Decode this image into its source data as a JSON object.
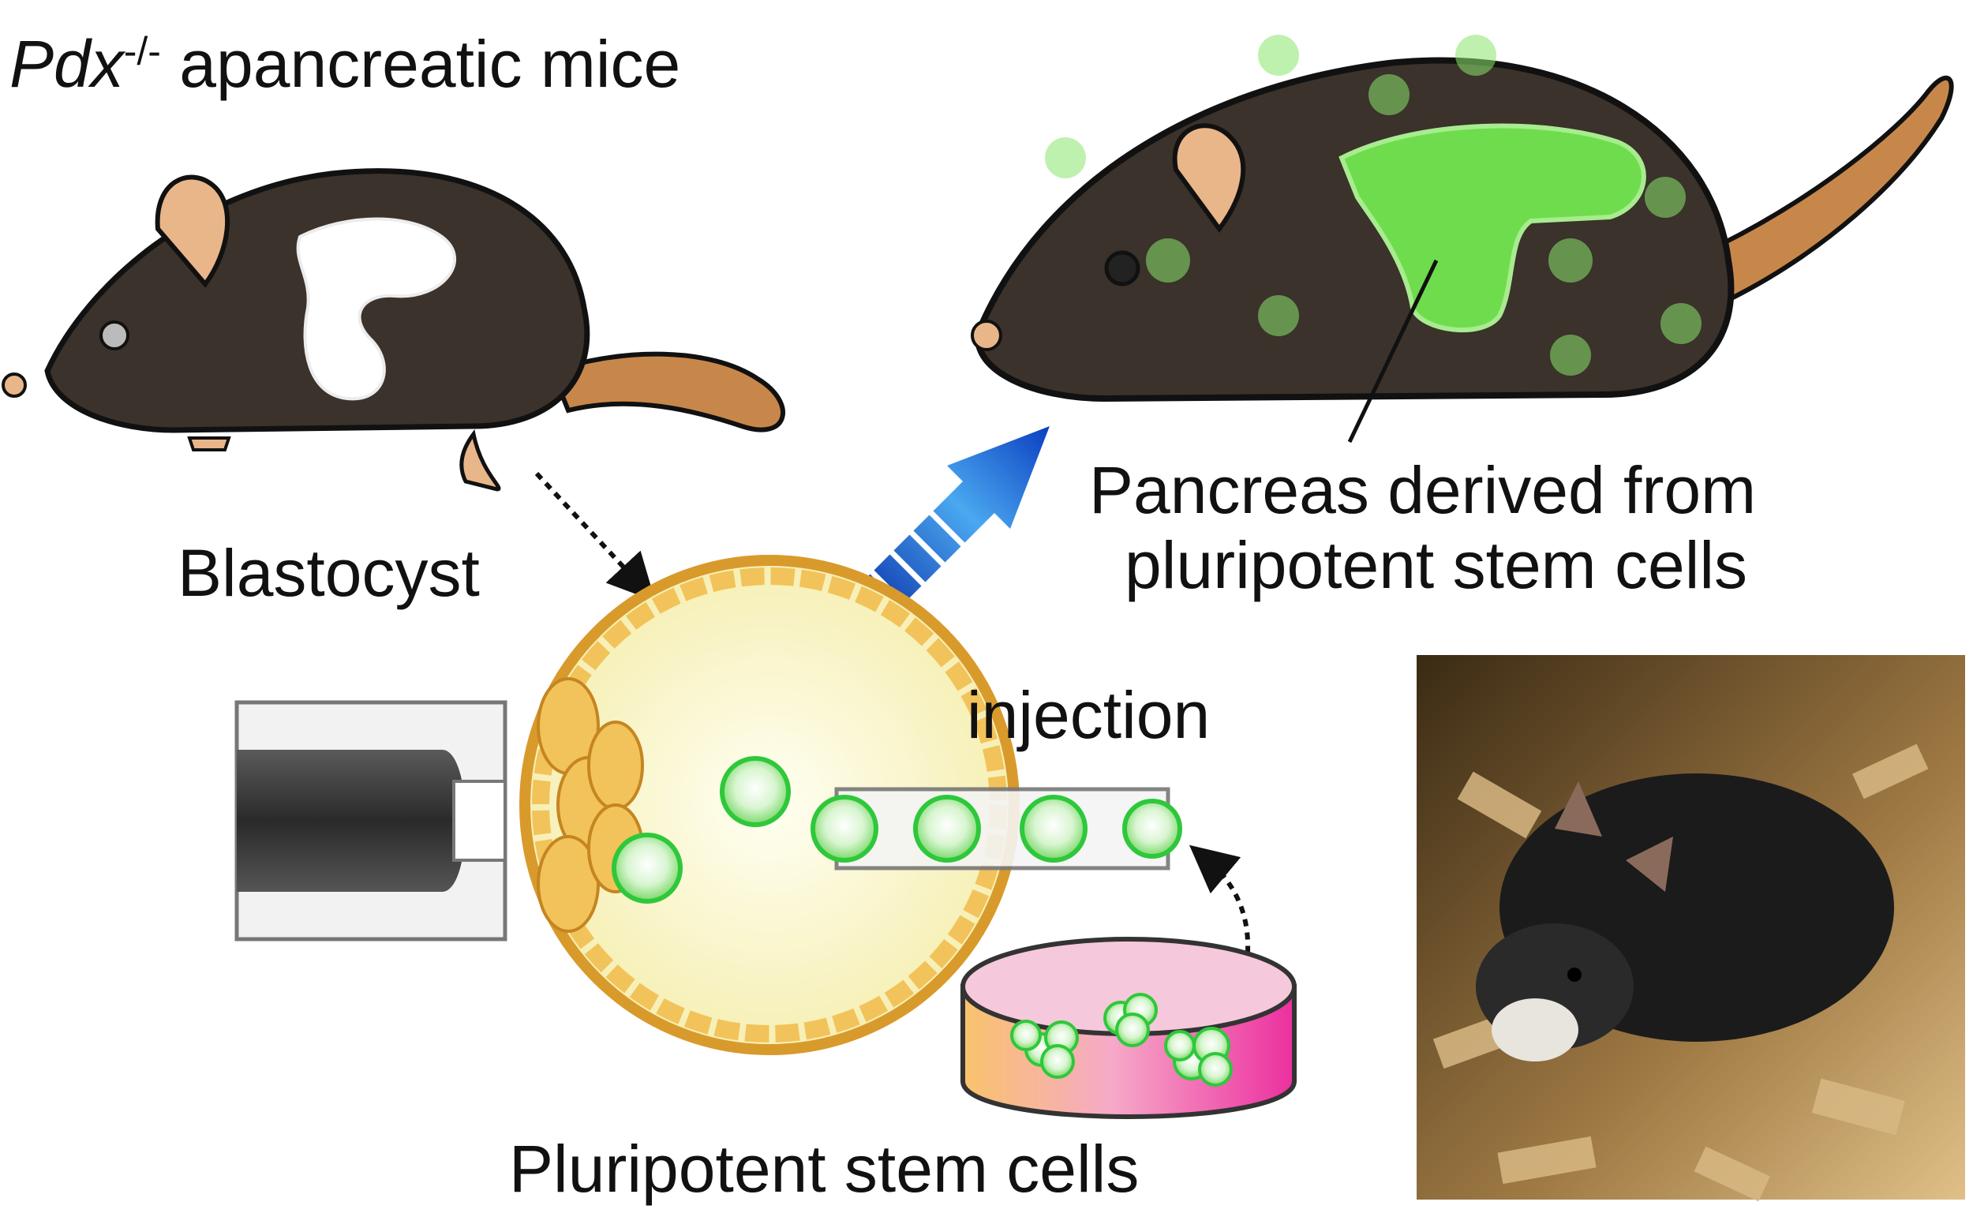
{
  "labels": {
    "title_italic": "Pdx",
    "title_superscript": "-/-",
    "title_rest": " apancreatic mice",
    "blastocyst": "Blastocyst",
    "injection": "injection",
    "pancreas_line1": "Pancreas derived from",
    "pancreas_line2": "pluripotent stem cells",
    "stem_cells": "Pluripotent stem cells"
  },
  "colors": {
    "mouse_body": "#3a322b",
    "mouse_tail": "#c8874a",
    "pancreas_white": "#ffffff",
    "pancreas_green": "#6fdc4e",
    "cell_green": "#2ec83a",
    "blastocyst_gold": "#d99a2c",
    "blastocyst_inner": "#fbf7d0",
    "arrow_blue": "#1560c8",
    "dish_pink": "#ee3aa8",
    "dish_orange": "#f6b24a"
  },
  "icons": {
    "left_mouse": "mouse-icon",
    "right_mouse": "chimeric-mouse-icon",
    "pipette": "holding-pipette-icon",
    "needle": "injection-needle-icon",
    "dish": "petri-dish-icon",
    "photo": "mouse-photo"
  }
}
